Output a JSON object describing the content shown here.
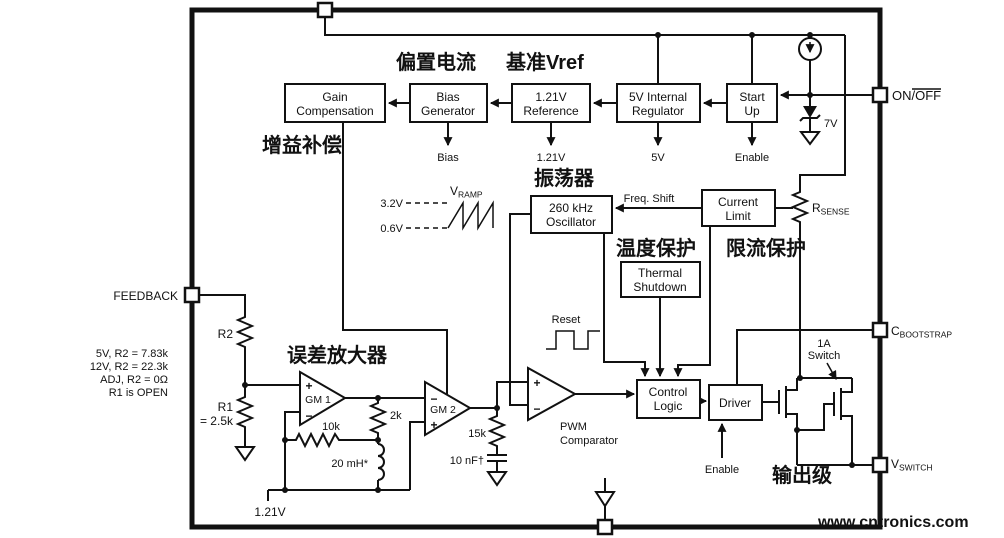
{
  "colors": {
    "annotation": "#e60012",
    "watermark": "#a9d3a5",
    "wire": "#111111"
  },
  "annotations": {
    "bias_current": "偏置电流",
    "vref": "基准Vref",
    "gain_comp": "增益补偿",
    "oscillator": "振荡器",
    "thermal": "温度保护",
    "current_limit": "限流保护",
    "error_amp": "误差放大器",
    "output_stage": "输出级"
  },
  "watermark": "www.cntronics.com",
  "blocks": {
    "gain_compensation": {
      "l1": "Gain",
      "l2": "Compensation"
    },
    "bias_generator": {
      "l1": "Bias",
      "l2": "Generator"
    },
    "reference": {
      "l1": "1.21V",
      "l2": "Reference"
    },
    "internal_regulator": {
      "l1": "5V Internal",
      "l2": "Regulator"
    },
    "start_up": {
      "l1": "Start",
      "l2": "Up"
    },
    "oscillator": {
      "l1": "260 kHz",
      "l2": "Oscillator"
    },
    "current_limit": {
      "l1": "Current",
      "l2": "Limit"
    },
    "thermal_shutdown": {
      "l1": "Thermal",
      "l2": "Shutdown"
    },
    "control_logic": {
      "l1": "Control",
      "l2": "Logic"
    },
    "driver": {
      "label": "Driver"
    }
  },
  "pins": {
    "on_off": "ON/OFF",
    "feedback": "FEEDBACK",
    "bootstrap": {
      "main": "C",
      "sub": "BOOTSTRAP"
    },
    "vswitch": {
      "main": "V",
      "sub": "SWITCH"
    }
  },
  "labels": {
    "bias": "Bias",
    "v121": "1.21V",
    "v5": "5V",
    "enable": "Enable",
    "zener": "7V",
    "vramp": {
      "main": "V",
      "sub": "RAMP"
    },
    "ramp_high": "3.2V",
    "ramp_low": "0.6V",
    "freq_shift": "Freq. Shift",
    "rsense": {
      "main": "R",
      "sub": "SENSE"
    },
    "reset": "Reset",
    "switch_1a": {
      "l1": "1A",
      "l2": "Switch"
    },
    "pwm": {
      "l1": "PWM",
      "l2": "Comparator"
    },
    "gm1": "GM 1",
    "gm2": "GM 2",
    "r2": "R2",
    "r1": "R1",
    "r1_value": "= 2.5k",
    "r_2k": "2k",
    "r_10k": "10k",
    "r_15k": "15k",
    "l_20mh": "20 mH*",
    "c_10nf": "10 nF†",
    "vref_bottom": "1.21V",
    "plus": "+",
    "minus": "−",
    "notes": {
      "n1": "5V, R2 = 7.83k",
      "n2": "12V, R2 = 22.3k",
      "n3": "ADJ, R2 = 0Ω",
      "n4": "R1 is OPEN"
    }
  }
}
